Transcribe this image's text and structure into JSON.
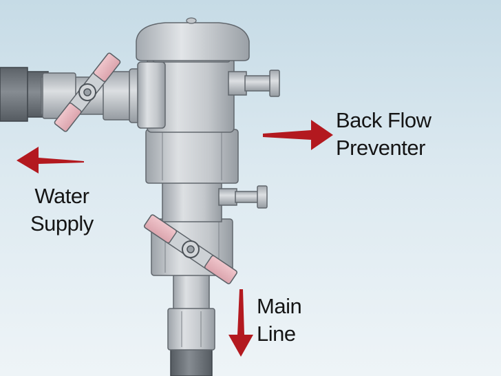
{
  "labels": {
    "back_flow": {
      "line1": "Back Flow",
      "line2": "Preventer"
    },
    "water_supply": {
      "line1": "Water",
      "line2": "Supply"
    },
    "main_line": {
      "line1": "Main",
      "line2": "Line"
    }
  },
  "colors": {
    "arrow": "#b3191f",
    "handle": "#e9b8c0",
    "metal": "#c9cdd1",
    "pipe_dark": "#6e747a",
    "background": "#d4e5ee"
  }
}
